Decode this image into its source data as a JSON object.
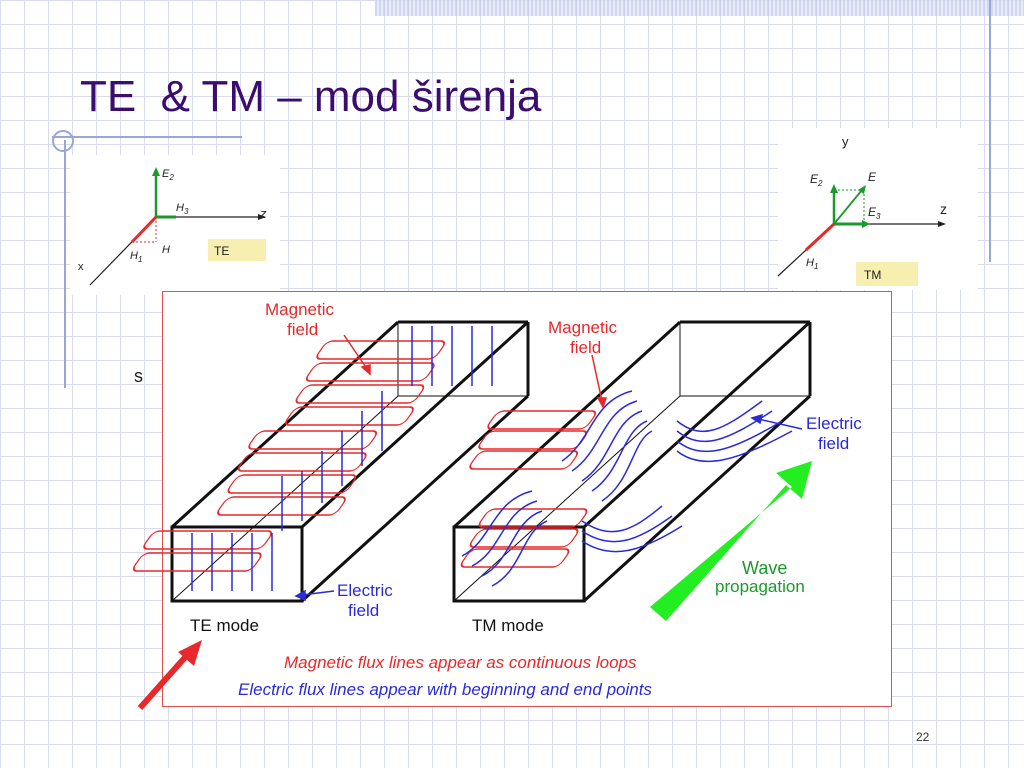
{
  "slide": {
    "title": "TE  & TM – mod širenja",
    "stray_text": "s",
    "slide_number": "22"
  },
  "te_axes": {
    "y_axis": "E",
    "y_sub": "2",
    "mid": "H",
    "mid_sub": "3",
    "z_axis": "z",
    "x_axis": "x",
    "h1": "H",
    "h1_sub": "1",
    "h": "H",
    "tag": "TE"
  },
  "tm_axes": {
    "y_axis": "y",
    "e2": "E",
    "e2_sub": "2",
    "e": "E",
    "e3": "E",
    "e3_sub": "3",
    "z_axis": "z",
    "h1": "H",
    "h1_sub": "1",
    "tag": "TM"
  },
  "waveguide_figure": {
    "te_mag_label_1": "Magnetic",
    "te_mag_label_2": "field",
    "te_elec_label_1": "Electric",
    "te_elec_label_2": "field",
    "te_mode_label": "TE mode",
    "tm_mag_label_1": "Magnetic",
    "tm_mag_label_2": "field",
    "tm_elec_label_1": "Electric",
    "tm_elec_label_2": "field",
    "tm_mode_label": "TM mode",
    "wave_label_1": "Wave",
    "wave_label_2": "propagation",
    "caption_magnetic": "Magnetic flux lines appear as continuous loops",
    "caption_electric": "Electric flux lines appear with beginning and end points"
  },
  "colors": {
    "title": "#3a0d6e",
    "magnetic": "#e8282a",
    "electric": "#2a2ad8",
    "wave_arrow": "#22ee22",
    "axis_green": "#1a9a2a",
    "tag_bg": "#f6efb0"
  }
}
